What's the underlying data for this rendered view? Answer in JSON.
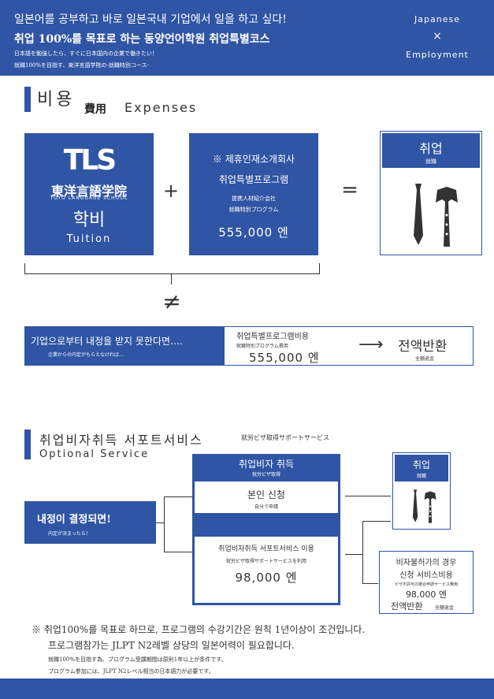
{
  "header": {
    "line1": "일본어를 공부하고 바로 일본국내 기업에서 일을 하고 싶다!",
    "line2": "취업 100%를 목표로 하는 동양언어학원 취업특별코스",
    "jp1": "日本語を勉強したら、すぐに日本国内の企業で働きたい！",
    "jp2": "就職100%を目指す、東洋言語学院の-就職特別コース-",
    "right_top": "Japanese",
    "right_mid": "×",
    "right_bottom": "Employment"
  },
  "section1": {
    "title_ko": "비용",
    "title_ja": "費用",
    "title_en": "Expenses"
  },
  "tuition": {
    "logo": "TLS",
    "school_ja": "東洋言語学院",
    "school_en": "TOYO LANGUAGE SCHOOL",
    "label_ko": "학비",
    "label_en": "Tuition"
  },
  "plus": "+",
  "equals": "=",
  "not_equal": "≠",
  "program": {
    "line1": "※ 제휴인재소개회사",
    "line2": "취업특별프로그램",
    "jp1": "提携人材紹介会社",
    "jp2": "就職特別プログラム",
    "price": "555,000 엔"
  },
  "employment": {
    "title": "취업",
    "title_ja": "就職"
  },
  "refund": {
    "left_title": "기업으로부터 내정을 받지 못한다면….",
    "left_sub": "企業からの内定がもらえなければ…",
    "mid_title": "취업특별프로그램비용",
    "mid_sub": "就職特別プログラム費用",
    "mid_price": "555,000 엔",
    "arrow": "⟶",
    "right_title": "전액반환",
    "right_sub": "全額返金"
  },
  "section2": {
    "title_ko": "취업비자취득 서포트서비스",
    "title_ja": "就労ビザ取得サポートサービス",
    "title_en": "Optional Service"
  },
  "offer": {
    "title": "내정이 결정되면!",
    "sub": "内定が決まったら！"
  },
  "visa": {
    "title": "취업비자 취득",
    "title_ja": "就労ビザ取得",
    "self_title": "본인 신청",
    "self_sub": "自分で申請",
    "service_title": "취업비자취득 서포트서비스 이용",
    "service_sub": "就労ビザ取得サポートサービスを利用",
    "service_price": "98,000 엔"
  },
  "employment2": {
    "title": "취업",
    "title_ja": "就職"
  },
  "denied": {
    "line1": "비자불허가의 경우",
    "line2": "신청 서비스비용",
    "sub": "ビザ不許可の場合申請サービス費用",
    "price": "98,000 엔",
    "refund": "전액반환",
    "refund_ja": "全額返金"
  },
  "note": {
    "line1": "※ 취업100%를 목표로 하므로, 프로그램의 수강기간은 원칙 1년이상이 조건입니다.",
    "line2": "프로그램참가는 JLPT N2레벨 상당의 일본어력이 필요합니다.",
    "jp1": "就職100%を目指す為、プログラム受講期間は原則1年以上が条件です。",
    "jp2": "プログラム参加には、JLPT N2レベル相当の日本語力が必要です。"
  }
}
